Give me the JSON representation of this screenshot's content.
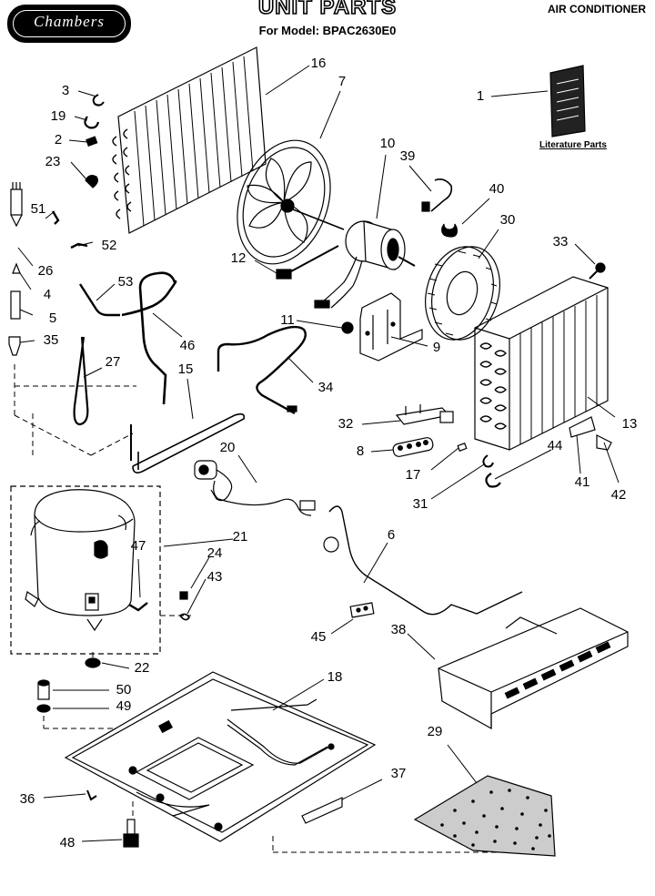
{
  "header": {
    "brand": "Chambers",
    "title": "UNIT PARTS",
    "model_line": "For Model: BPAC2630E0",
    "product": "AIR CONDITIONER"
  },
  "literature_label": "Literature Parts",
  "callouts": [
    "3",
    "19",
    "2",
    "23",
    "16",
    "7",
    "1",
    "10",
    "39",
    "40",
    "30",
    "51",
    "52",
    "26",
    "4",
    "5",
    "35",
    "12",
    "53",
    "46",
    "33",
    "11",
    "9",
    "27",
    "15",
    "34",
    "32",
    "13",
    "8",
    "44",
    "17",
    "41",
    "42",
    "20",
    "31",
    "21",
    "47",
    "24",
    "43",
    "6",
    "22",
    "45",
    "38",
    "18",
    "50",
    "49",
    "29",
    "36",
    "37",
    "48"
  ]
}
